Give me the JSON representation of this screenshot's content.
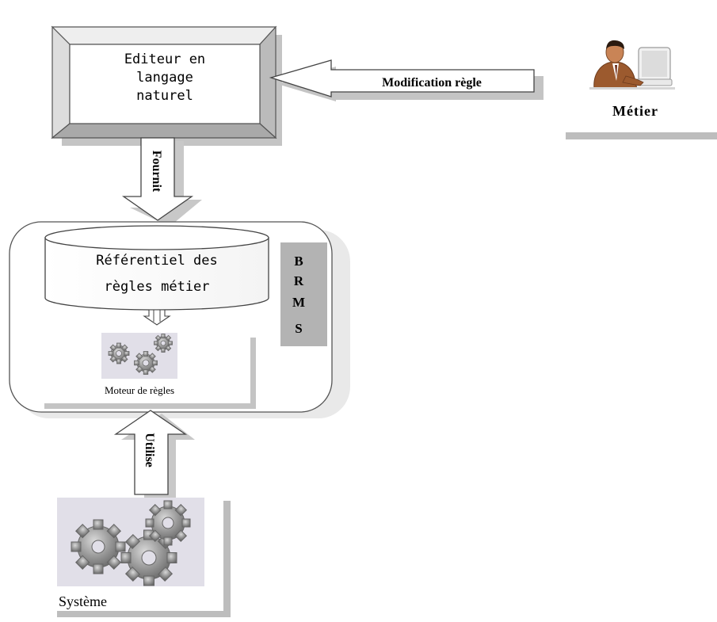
{
  "editor": {
    "lines": [
      "Editeur en",
      "langage",
      "naturel"
    ]
  },
  "arrows": {
    "modification": "Modification règle",
    "fournit": "Fournit",
    "utilise": "Utilise"
  },
  "actor": {
    "label": "Métier",
    "icon": "business-person-at-computer-icon"
  },
  "brms": {
    "label_letters": [
      "B",
      "R",
      "M",
      "S"
    ],
    "repository_lines": [
      "Référentiel des",
      "règles métier"
    ],
    "engine_label": "Moteur de règles",
    "engine_icon": "gears-icon"
  },
  "system": {
    "label": "Système",
    "icon": "gears-icon"
  },
  "colors": {
    "frame": "#555555",
    "shadow": "#c0c0c0",
    "badge": "#b3b3b3",
    "gear_bg": "#e1dfe8",
    "gear": "#8c8c8c"
  }
}
